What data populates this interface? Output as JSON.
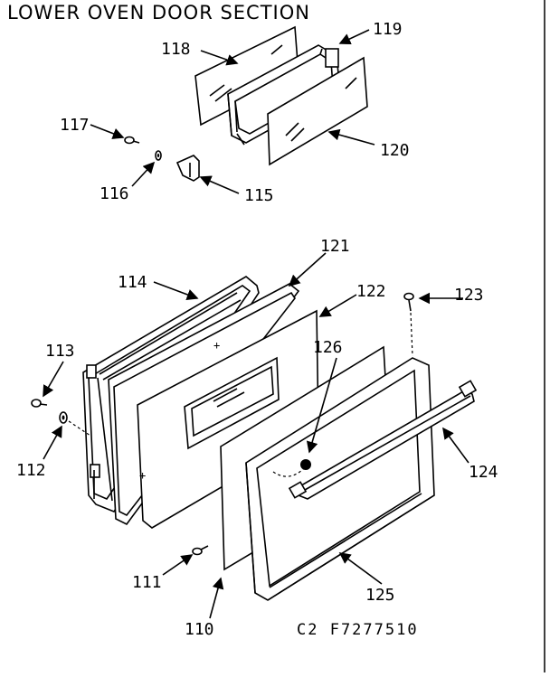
{
  "title": "LOWER OVEN DOOR SECTION",
  "drawing_code": "C2 F7277510",
  "callouts": [
    {
      "id": "110",
      "label": "110"
    },
    {
      "id": "111",
      "label": "111"
    },
    {
      "id": "112",
      "label": "112"
    },
    {
      "id": "113",
      "label": "113"
    },
    {
      "id": "114",
      "label": "114"
    },
    {
      "id": "115",
      "label": "115"
    },
    {
      "id": "116",
      "label": "116"
    },
    {
      "id": "117",
      "label": "117"
    },
    {
      "id": "118",
      "label": "118"
    },
    {
      "id": "119",
      "label": "119"
    },
    {
      "id": "120",
      "label": "120"
    },
    {
      "id": "121",
      "label": "121"
    },
    {
      "id": "122",
      "label": "122"
    },
    {
      "id": "123",
      "label": "123"
    },
    {
      "id": "124",
      "label": "124"
    },
    {
      "id": "125",
      "label": "125"
    },
    {
      "id": "126",
      "label": "126"
    }
  ]
}
